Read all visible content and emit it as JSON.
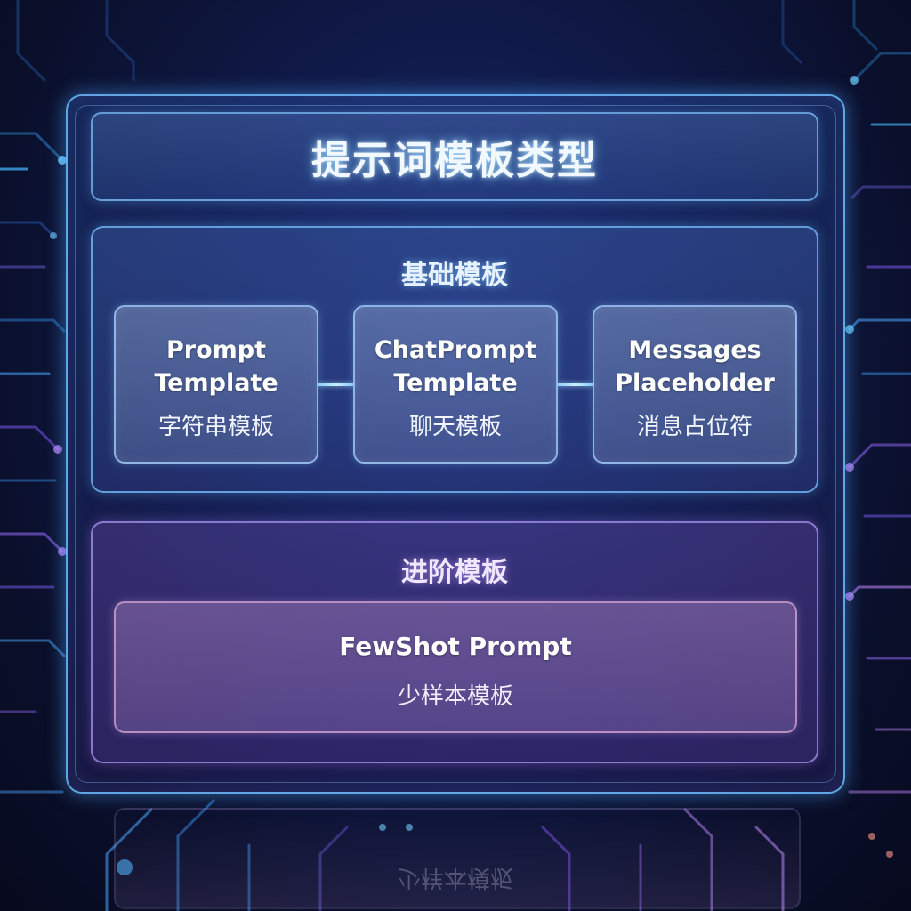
{
  "title": "提示词模板类型",
  "sections": {
    "basic": {
      "heading": "基础模板",
      "cards": [
        {
          "en": "Prompt\nTemplate",
          "cn": "字符串模板"
        },
        {
          "en": "ChatPrompt\nTemplate",
          "cn": "聊天模板"
        },
        {
          "en": "Messages\nPlaceholder",
          "cn": "消息占位符"
        }
      ]
    },
    "advanced": {
      "heading": "进阶模板",
      "cards": [
        {
          "en": "FewShot Prompt",
          "cn": "少样本模板"
        }
      ]
    }
  },
  "colors": {
    "background": "#0a0f2a",
    "basic_border": "#78c3ff",
    "advanced_border": "#aa96f0",
    "title_text": "#f2f8ff"
  }
}
